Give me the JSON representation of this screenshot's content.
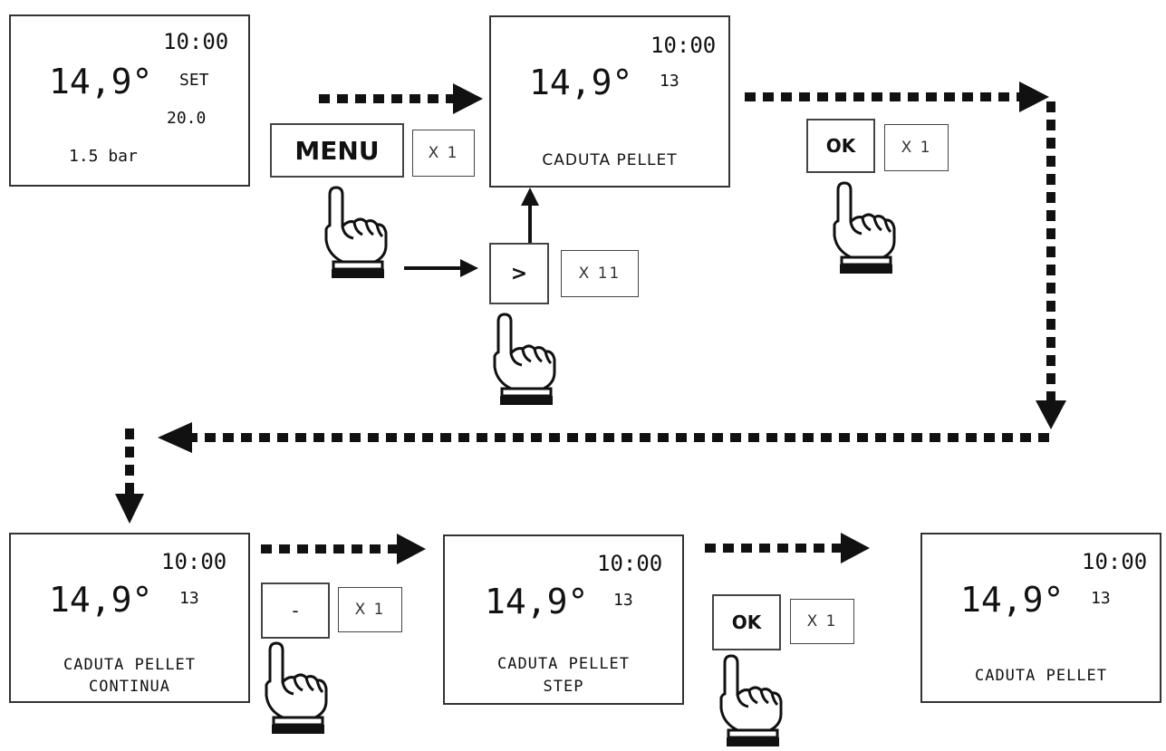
{
  "screen1": {
    "time": "10:00",
    "temp": "14,9°",
    "set_label": "SET",
    "set_value": "20.0",
    "pressure": "1.5 bar"
  },
  "screen2": {
    "time": "10:00",
    "temp": "14,9°",
    "value": "13",
    "message": "CADUTA PELLET"
  },
  "screen3": {
    "time": "10:00",
    "temp": "14,9°",
    "value": "13",
    "message_line1": "CADUTA PELLET",
    "message_line2": "CONTINUA"
  },
  "screen4": {
    "time": "10:00",
    "temp": "14,9°",
    "value": "13",
    "message_line1": "CADUTA PELLET",
    "message_line2": "STEP"
  },
  "screen5": {
    "time": "10:00",
    "temp": "14,9°",
    "value": "13",
    "message": "CADUTA PELLET"
  },
  "buttons": {
    "menu": {
      "label": "MENU",
      "count": "X 1"
    },
    "next": {
      "label": ">",
      "count": "X 11"
    },
    "ok1": {
      "label": "OK",
      "count": "X 1"
    },
    "minus": {
      "label": "-",
      "count": "X 1"
    },
    "ok2": {
      "label": "OK",
      "count": "X 1"
    }
  }
}
